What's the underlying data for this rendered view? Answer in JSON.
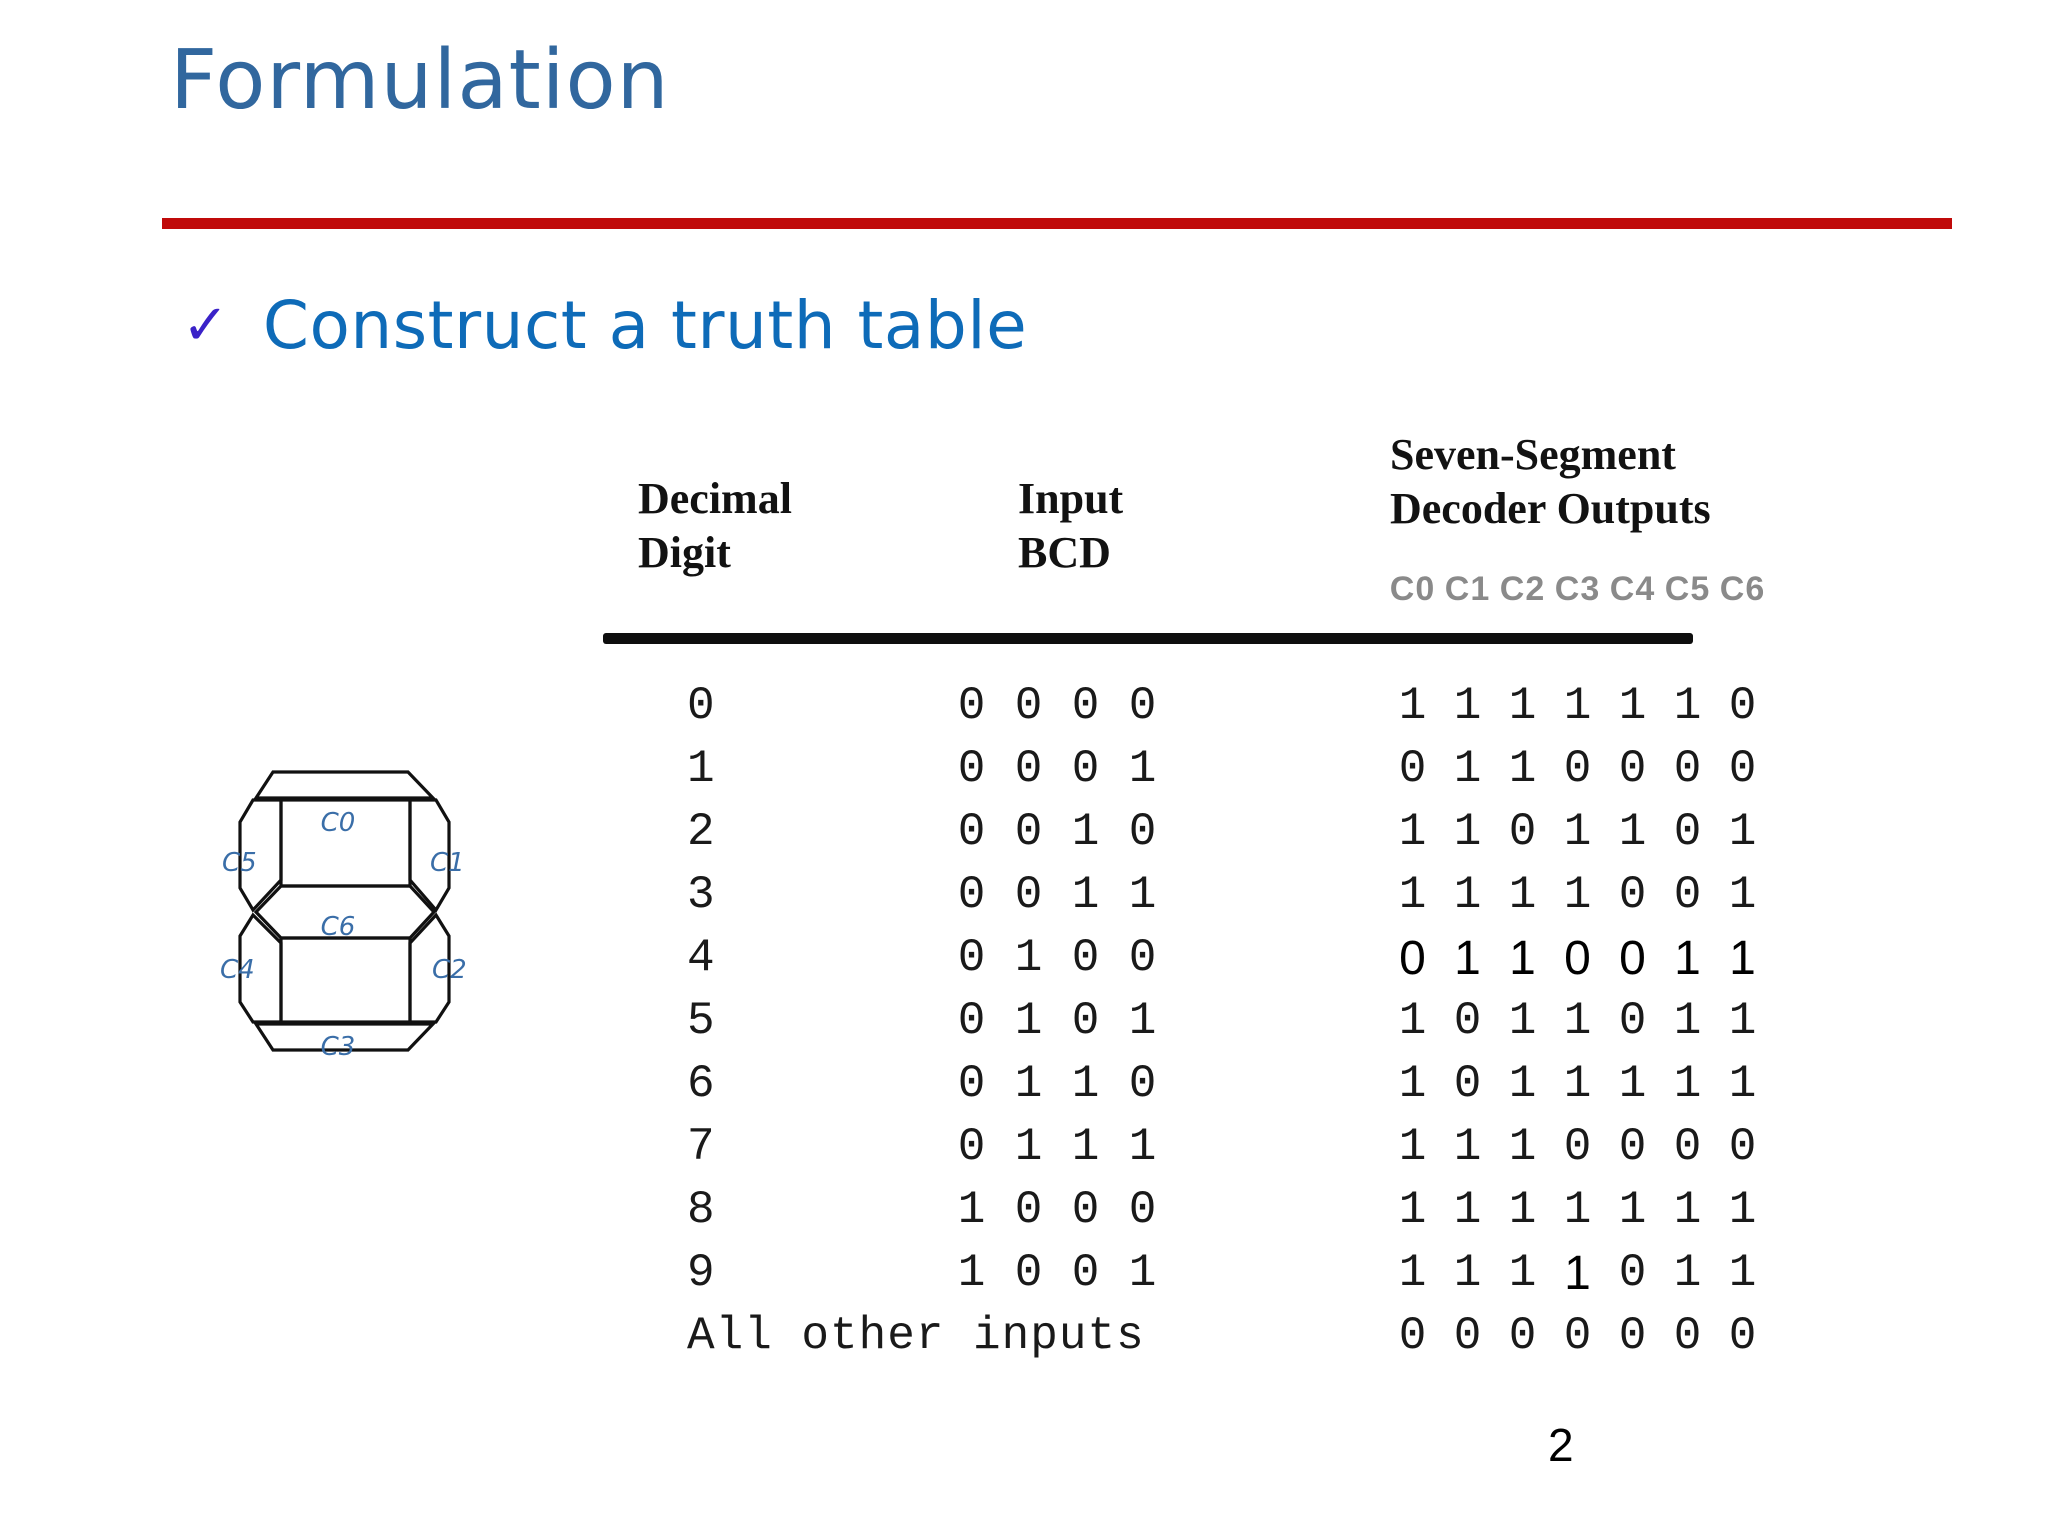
{
  "slide": {
    "title": "Formulation",
    "page_number": "2",
    "accent_rule_color": "#C00A0A",
    "title_color": "#31679E"
  },
  "bullet": {
    "check_glyph": "✓",
    "check_color": "#3A22C8",
    "text": "Construct a truth table",
    "text_color": "#0E6BB8"
  },
  "seven_segment": {
    "label_color": "#3A6EA8",
    "segments": [
      {
        "id": "C0",
        "label": "C0",
        "position": "top"
      },
      {
        "id": "C1",
        "label": "C1",
        "position": "upper-right"
      },
      {
        "id": "C2",
        "label": "C2",
        "position": "lower-right"
      },
      {
        "id": "C3",
        "label": "C3",
        "position": "bottom"
      },
      {
        "id": "C4",
        "label": "C4",
        "position": "lower-left"
      },
      {
        "id": "C5",
        "label": "C5",
        "position": "upper-left"
      },
      {
        "id": "C6",
        "label": "C6",
        "position": "middle"
      }
    ]
  },
  "truth_table": {
    "headers": {
      "decimal": "Decimal\nDigit",
      "input": "Input\nBCD",
      "outputs": "Seven-Segment\nDecoder Outputs"
    },
    "output_columns": [
      "C0",
      "C1",
      "C2",
      "C3",
      "C4",
      "C5",
      "C6"
    ],
    "output_columns_color": "#8A8A8A",
    "all_other_label": "All other inputs",
    "rows": [
      {
        "digit": "0",
        "bcd": [
          "0",
          "0",
          "0",
          "0"
        ],
        "outputs": [
          "1",
          "1",
          "1",
          "1",
          "1",
          "1",
          "0"
        ],
        "highlighted": false,
        "highlight_index": -1
      },
      {
        "digit": "1",
        "bcd": [
          "0",
          "0",
          "0",
          "1"
        ],
        "outputs": [
          "0",
          "1",
          "1",
          "0",
          "0",
          "0",
          "0"
        ],
        "highlighted": false,
        "highlight_index": -1
      },
      {
        "digit": "2",
        "bcd": [
          "0",
          "0",
          "1",
          "0"
        ],
        "outputs": [
          "1",
          "1",
          "0",
          "1",
          "1",
          "0",
          "1"
        ],
        "highlighted": false,
        "highlight_index": -1
      },
      {
        "digit": "3",
        "bcd": [
          "0",
          "0",
          "1",
          "1"
        ],
        "outputs": [
          "1",
          "1",
          "1",
          "1",
          "0",
          "0",
          "1"
        ],
        "highlighted": false,
        "highlight_index": -1
      },
      {
        "digit": "4",
        "bcd": [
          "0",
          "1",
          "0",
          "0"
        ],
        "outputs": [
          "0",
          "1",
          "1",
          "0",
          "0",
          "1",
          "1"
        ],
        "highlighted": true,
        "highlight_index": -1
      },
      {
        "digit": "5",
        "bcd": [
          "0",
          "1",
          "0",
          "1"
        ],
        "outputs": [
          "1",
          "0",
          "1",
          "1",
          "0",
          "1",
          "1"
        ],
        "highlighted": false,
        "highlight_index": -1
      },
      {
        "digit": "6",
        "bcd": [
          "0",
          "1",
          "1",
          "0"
        ],
        "outputs": [
          "1",
          "0",
          "1",
          "1",
          "1",
          "1",
          "1"
        ],
        "highlighted": false,
        "highlight_index": -1
      },
      {
        "digit": "7",
        "bcd": [
          "0",
          "1",
          "1",
          "1"
        ],
        "outputs": [
          "1",
          "1",
          "1",
          "0",
          "0",
          "0",
          "0"
        ],
        "highlighted": false,
        "highlight_index": -1
      },
      {
        "digit": "8",
        "bcd": [
          "1",
          "0",
          "0",
          "0"
        ],
        "outputs": [
          "1",
          "1",
          "1",
          "1",
          "1",
          "1",
          "1"
        ],
        "highlighted": false,
        "highlight_index": -1
      },
      {
        "digit": "9",
        "bcd": [
          "1",
          "0",
          "0",
          "1"
        ],
        "outputs": [
          "1",
          "1",
          "1",
          "1",
          "0",
          "1",
          "1"
        ],
        "highlighted": false,
        "highlight_index": 3
      },
      {
        "digit": "All other inputs",
        "bcd": [],
        "outputs": [
          "0",
          "0",
          "0",
          "0",
          "0",
          "0",
          "0"
        ],
        "highlighted": false,
        "highlight_index": -1,
        "is_all_other": true
      }
    ]
  }
}
